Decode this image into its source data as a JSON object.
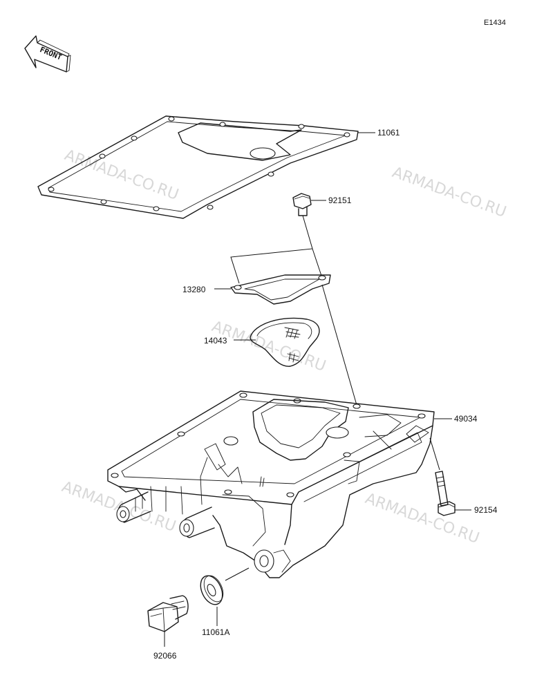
{
  "diagram_code": "E1434",
  "front_label": "FRONT",
  "watermark": "ARMADA-CO.RU",
  "parts": {
    "gasket_pan": "11061",
    "bolt_top": "92151",
    "gasket_strainer": "13280",
    "strainer": "14043",
    "oil_pan": "49034",
    "bolt_side": "92154",
    "washer": "11061A",
    "drain_plug": "92066"
  }
}
